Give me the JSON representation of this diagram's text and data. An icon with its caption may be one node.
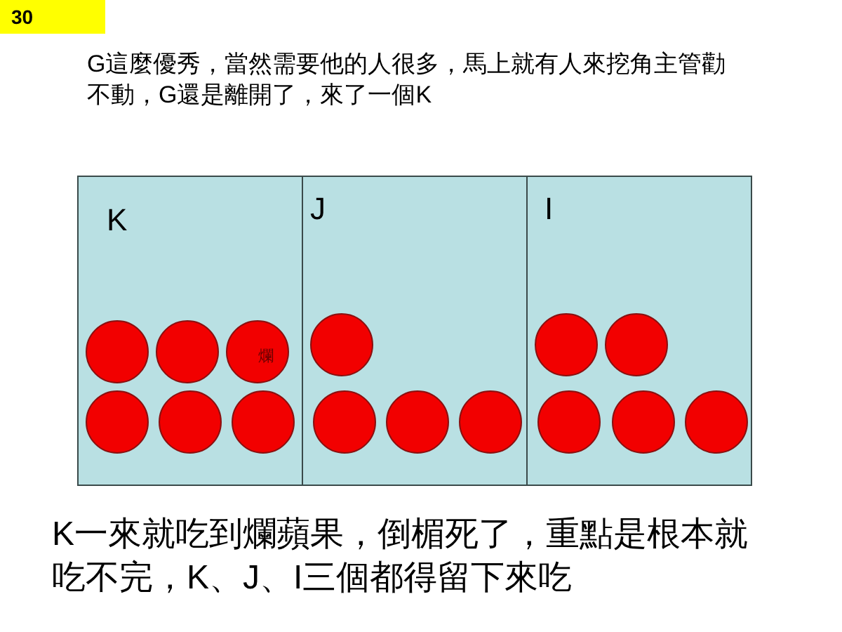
{
  "diagram": {
    "nodes": [
      {
        "text": [
          "K"
        ]
      },
      {
        "text": [],
        "shape": "circle",
        "in": 0
      },
      {
        "text": [],
        "shape": "circle",
        "in": 0
      },
      {
        "text": [
          "爛"
        ],
        "in": 0
      },
      {
        "text": [],
        "shape": "circle",
        "in": 0
      },
      {
        "text": [],
        "shape": "circle",
        "in": 0
      },
      {
        "text": [],
        "shape": "circle",
        "in": 0
      },
      {
        "text": [
          "J"
        ]
      },
      {
        "text": [],
        "shape": "circle",
        "in": 7
      },
      {
        "text": [],
        "shape": "circle",
        "in": 7
      },
      {
        "text": [],
        "shape": "circle",
        "in": 7
      },
      {
        "text": [],
        "shape": "circle",
        "in": 7
      },
      {
        "text": [
          "I"
        ]
      },
      {
        "text": [],
        "shape": "circle",
        "in": 12
      },
      {
        "text": [],
        "shape": "circle",
        "in": 12
      },
      {
        "text": [],
        "shape": "circle",
        "in": 12
      },
      {
        "text": [],
        "shape": "circle",
        "in": 12
      },
      {
        "text": [],
        "shape": "circle",
        "in": 12
      }
    ],
    "edges": [],
    "labels": [
      "30",
      "G這麼優秀，當然需要他的人很多，馬上就有人來挖角主管勸不動，G還是離開了，來了一個K",
      "K一來就吃到爛蘋果，倒楣死了，重點是根本就吃不完，K、J、I三個都得留下來吃"
    ]
  }
}
